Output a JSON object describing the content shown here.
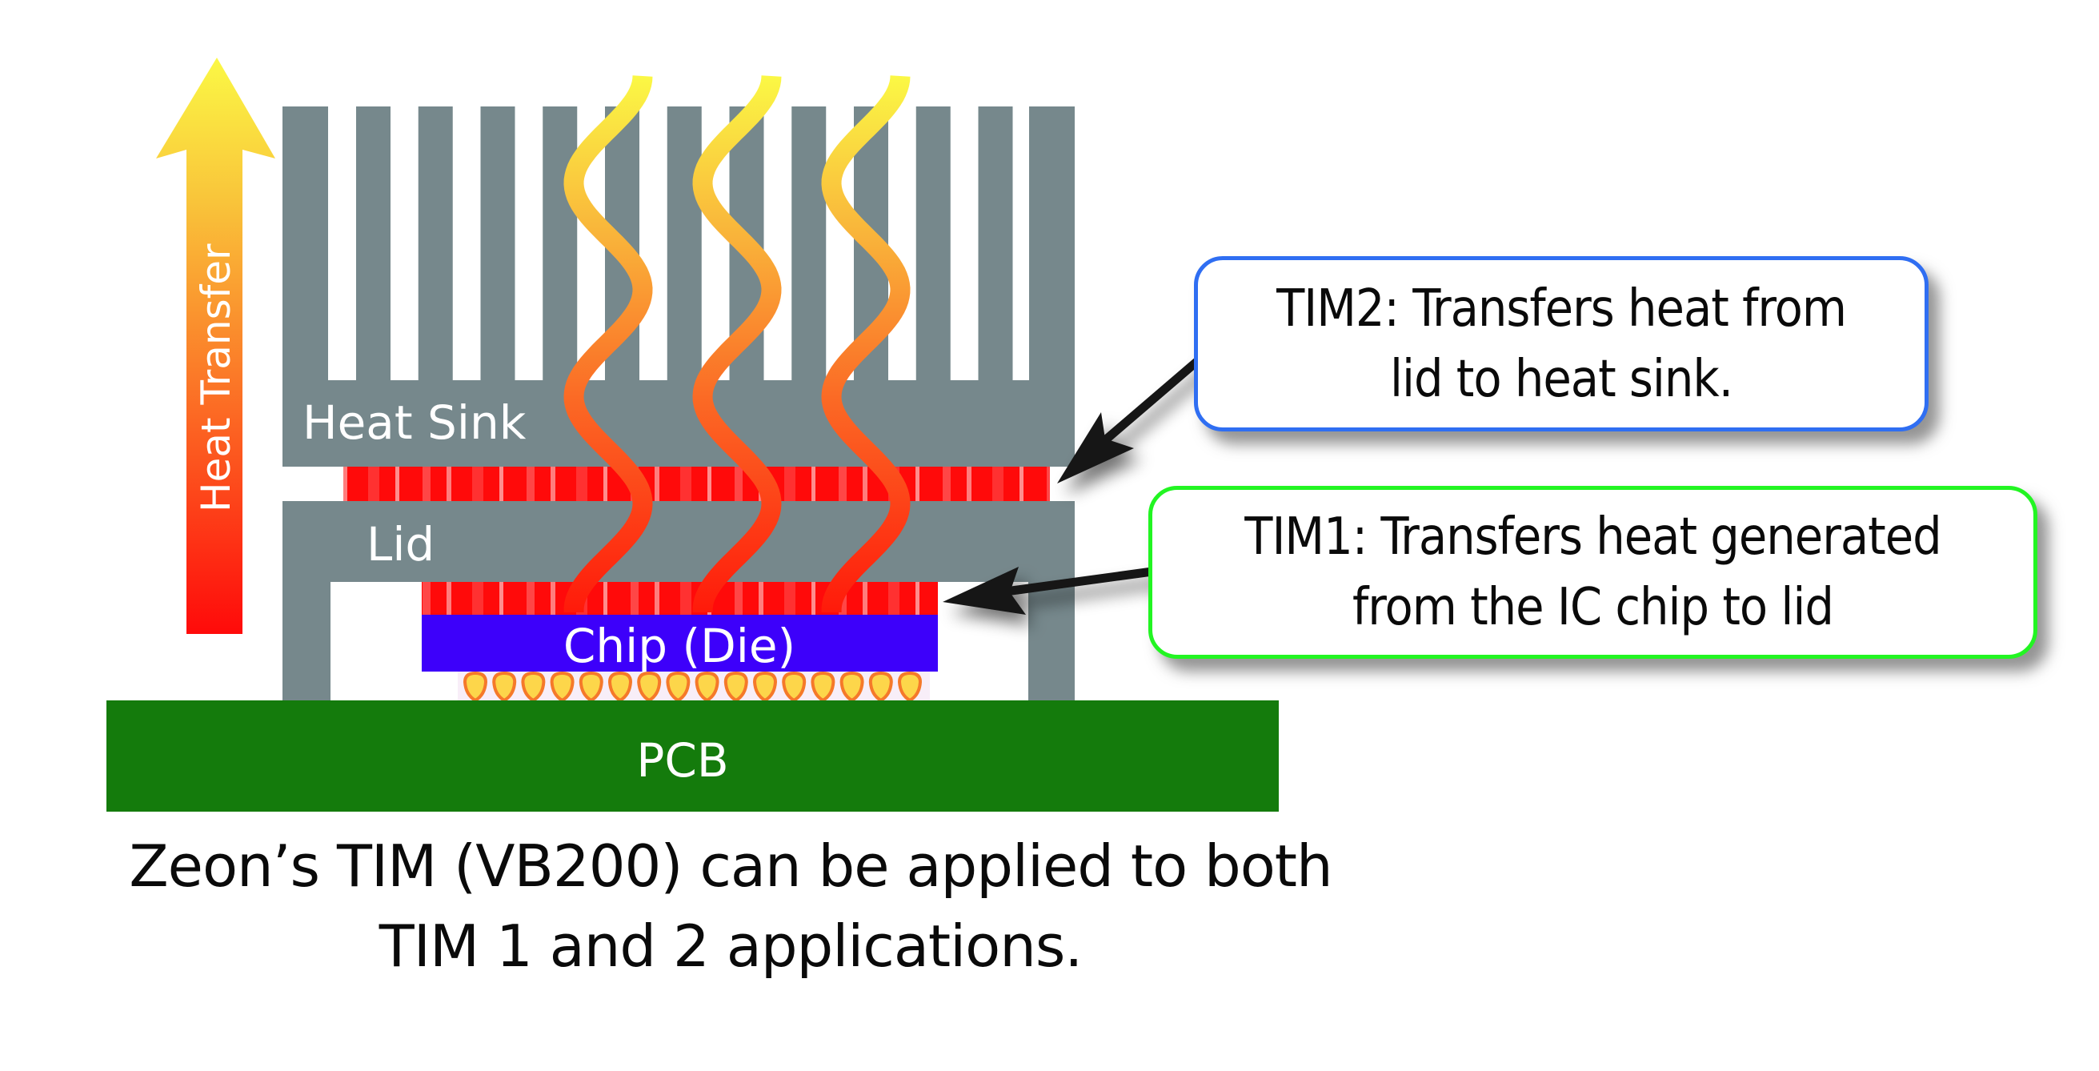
{
  "diagram": {
    "title": "Thermal interface material (TIM) stack: heat path from IC chip to heat sink",
    "arrow_label": "Heat Transfer",
    "layers": {
      "heat_sink": "Heat Sink",
      "lid": "Lid",
      "chip": "Chip (Die)",
      "pcb": "PCB"
    },
    "callouts": {
      "tim2": {
        "line1": "TIM2: Transfers heat from",
        "line2": "lid to heat sink."
      },
      "tim1": {
        "line1": "TIM1: Transfers heat generated",
        "line2": "from the IC chip to lid"
      }
    },
    "caption": {
      "line1": "Zeon’s TIM (VB200) can be applied to both",
      "line2": "TIM 1 and 2 applications."
    },
    "heat_wave_count": 3,
    "solder_ball_count": 16,
    "heat_sink_fin_count": 13,
    "colors": {
      "metal": "#76888c",
      "tim": "#ff0a0a",
      "chip": "#3d00fa",
      "pcb": "#147b0c",
      "solder_fill": "#fdd64a",
      "solder_edge": "#f5792a",
      "tim2_border": "#2f6ef2",
      "tim1_border": "#22f522",
      "heat_hot": "#ff0a0a",
      "heat_cool": "#fbf845"
    }
  }
}
